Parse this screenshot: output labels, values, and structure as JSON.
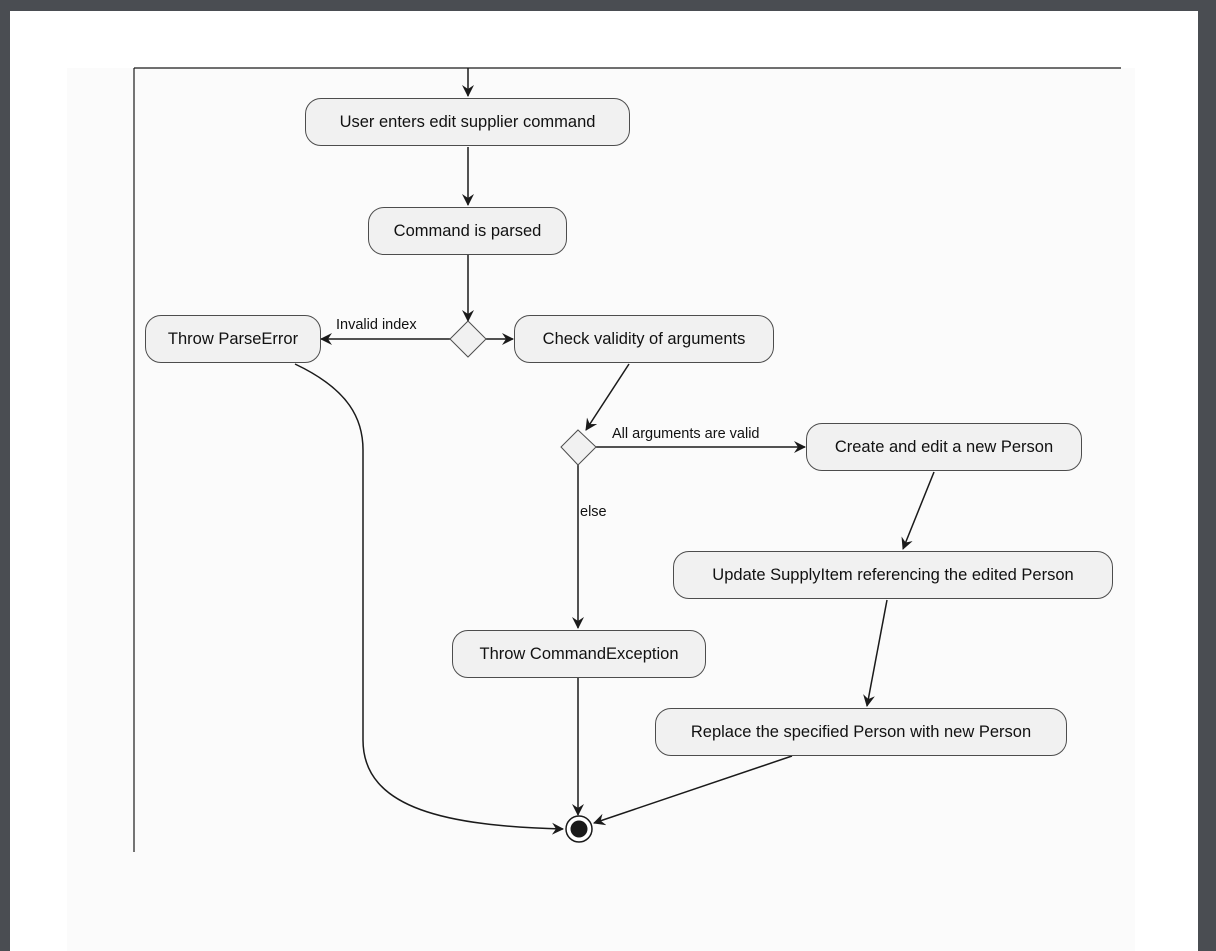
{
  "diagram": {
    "nodes": {
      "user_enters": "User enters edit supplier command",
      "command_parsed": "Command is parsed",
      "throw_parse_error": "Throw ParseError",
      "check_validity": "Check validity of arguments",
      "create_edit_person": "Create and edit a new Person",
      "update_supply_item": "Update SupplyItem referencing the edited Person",
      "throw_command_exception": "Throw CommandException",
      "replace_person": "Replace the specified Person with new Person"
    },
    "edge_labels": {
      "invalid_index": "Invalid index",
      "all_valid": "All arguments are valid",
      "else": "else"
    }
  },
  "colors": {
    "node_fill": "#f1f1f1",
    "node_border": "#4d4d4d",
    "line": "#1a1a1a",
    "background": "#4a4d52"
  }
}
